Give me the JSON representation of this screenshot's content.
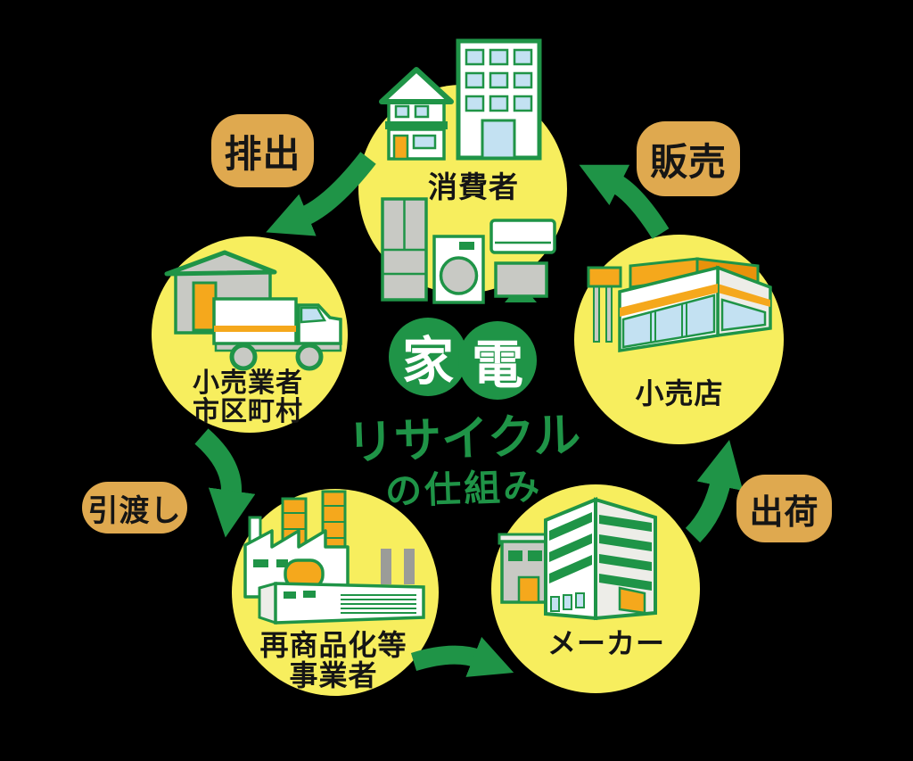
{
  "title": {
    "badge_first_char": "家",
    "badge_second_char": "電",
    "middle": "リサイクル",
    "bottom": "の仕組み"
  },
  "nodes": {
    "consumer": {
      "label": "消費者"
    },
    "retail_store": {
      "label": "小売店"
    },
    "retailer_municipality": {
      "label_line1": "小売業者",
      "label_line2": "市区町村"
    },
    "recycler": {
      "label_line1": "再商品化等",
      "label_line2": "事業者"
    },
    "maker": {
      "label": "メーカー"
    }
  },
  "flow_labels": {
    "discharge": "排出",
    "sale": "販売",
    "handover": "引渡し",
    "shipment": "出荷"
  },
  "icons": {
    "consumer": [
      "house-icon",
      "apartment-building-icon",
      "refrigerator-icon",
      "washing-machine-icon",
      "air-conditioner-icon",
      "tv-icon"
    ],
    "retail_store": [
      "store-building-icon",
      "signboard-icon"
    ],
    "retailer_municipality": [
      "warehouse-icon",
      "truck-icon"
    ],
    "recycler": [
      "factory-icon"
    ],
    "maker": [
      "office-building-icon"
    ],
    "arrows": [
      "discharge-arrow",
      "sale-arrow",
      "handover-arrow",
      "shipment-arrow",
      "supply-arrow"
    ]
  },
  "colors": {
    "background": "#000000",
    "node_yellow": "#F7EE5E",
    "green": "#1F9447",
    "pill_tan": "#DFA94F",
    "orange": "#F5A81C",
    "orange_dark": "#E8920B",
    "window_blue": "#C3E1F2",
    "gray": "#C8C9C4",
    "light_gray": "#EDEDE8",
    "text_black": "#151515",
    "badge_text_white": "#FFFFFF"
  }
}
